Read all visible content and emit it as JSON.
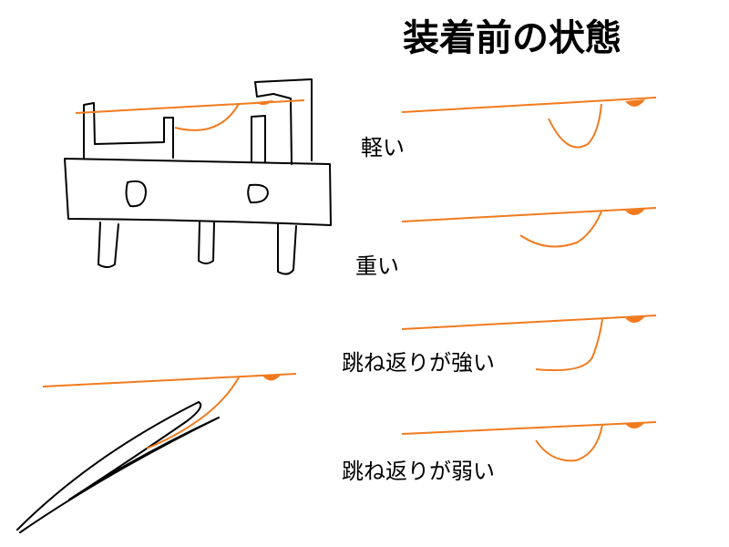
{
  "title": "装着前の状態",
  "labels": {
    "light": "軽い",
    "heavy": "重い",
    "rebound_strong": "跳ね返りが強い",
    "rebound_weak": "跳ね返りが弱い"
  },
  "colors": {
    "sketch": "#000000",
    "line": "#f07b1f",
    "background": "#ffffff"
  }
}
